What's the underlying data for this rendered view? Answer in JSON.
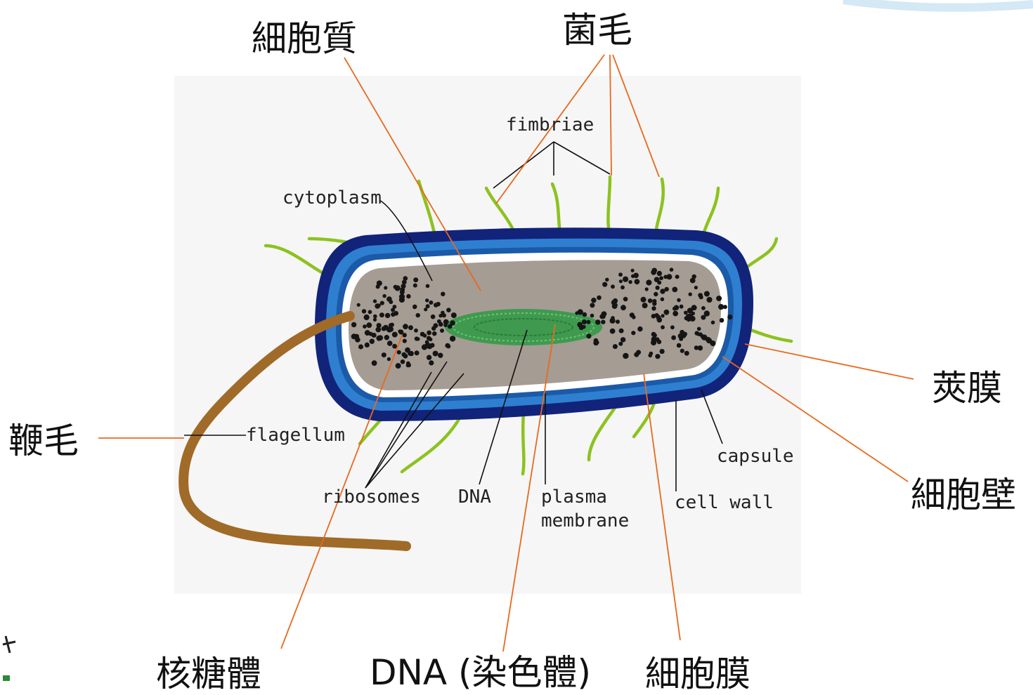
{
  "labels_zh": {
    "cytoplasm": "細胞質",
    "fimbriae": "菌毛",
    "capsule": "莢膜",
    "cell_wall": "細胞壁",
    "flagellum": "鞭毛",
    "ribosomes": "核糖體",
    "dna": "DNA (染色體)",
    "plasma_membrane": "細胞膜"
  },
  "labels_en": {
    "fimbriae": "fimbriae",
    "cytoplasm": "cytoplasm",
    "flagellum": "flagellum",
    "ribosomes": "ribosomes",
    "dna": "DNA",
    "plasma_membrane_1": "plasma",
    "plasma_membrane_2": "membrane",
    "capsule": "capsule",
    "cell_wall": "cell wall"
  },
  "colors": {
    "capsule": "#12237a",
    "cell_wall": "#2f7fd0",
    "plasma_membrane": "#ffffff",
    "cytoplasm": "#a59c94",
    "dna": "#3f9a4f",
    "flagellum": "#a06a28",
    "fimbriae": "#8cc21f",
    "leader_zh": "#e8691e"
  }
}
